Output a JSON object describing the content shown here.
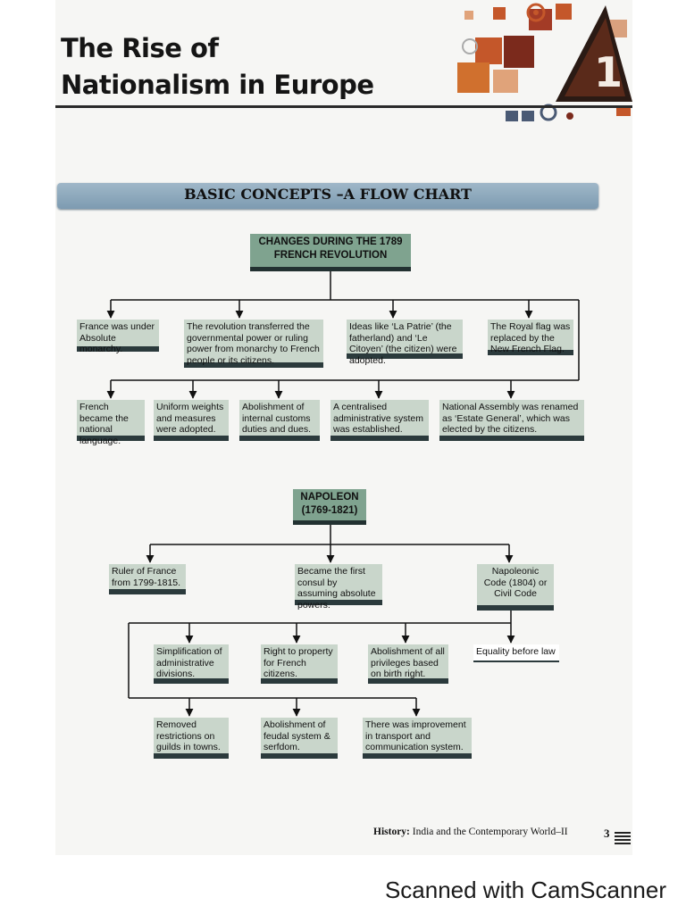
{
  "title": {
    "line1": "The Rise of",
    "line2": "Nationalism in Europe"
  },
  "chapter_number": "1",
  "banner": "BASIC CONCEPTS –A FLOW CHART",
  "section1": {
    "header": "CHANGES DURING THE 1789 FRENCH REVOLUTION",
    "row1": [
      "France was under Absolute monarchy.",
      "The revolution transferred the governmental power or ruling power from monarchy to French people or its citizens.",
      "Ideas like ‘La Patrie’ (the fatherland) and ‘Le Citoyen’ (the citizen) were adopted.",
      "The Royal flag was replaced by the New French Flag."
    ],
    "row2": [
      "French became the national language.",
      "Uniform weights and measures were adopted.",
      "Abolishment of internal customs duties and dues.",
      "A centralised administrative system was established.",
      "National Assembly was renamed as ‘Estate General’, which was elected by the citizens."
    ]
  },
  "section2": {
    "header_line1": "NAPOLEON",
    "header_line2": "(1769-1821)",
    "row1": [
      "Ruler of France from 1799-1815.",
      "Became the first consul by assuming absolute powers.",
      "Napoleonic Code (1804) or Civil Code"
    ],
    "row2": [
      "Simplification of administrative divisions.",
      "Right to property for French citizens.",
      "Abolishment of all privileges based on birth right.",
      "Equality before law"
    ],
    "row3": [
      "Removed restrictions on guilds in towns.",
      "Abolishment of feudal system & serfdom.",
      "There was improvement in transport and communication system."
    ]
  },
  "footer": {
    "subject": "History:",
    "book": "India and the Contemporary World–II",
    "page": "3"
  },
  "watermark": "Scanned with CamScanner",
  "colors": {
    "box_fill": "#c9d6cb",
    "header_fill": "#7fa38f",
    "banner_fill": "#8eaabd",
    "shadow": "#2b3a3c"
  }
}
